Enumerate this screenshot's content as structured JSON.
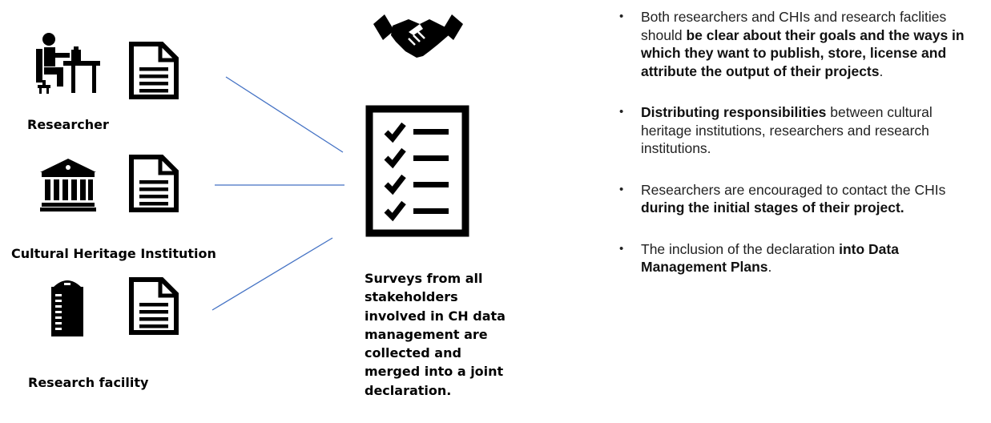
{
  "stakeholders": [
    {
      "label": "Researcher",
      "person_icon": "person-at-desk-icon",
      "doc_icon": "document-icon"
    },
    {
      "label": "Cultural Heritage Institution",
      "person_icon": "museum-building-icon",
      "doc_icon": "document-icon"
    },
    {
      "label": "Research facility",
      "person_icon": "tower-building-icon",
      "doc_icon": "document-icon"
    }
  ],
  "center": {
    "top_icon": "handshake-icon",
    "checklist_icon": "checklist-icon",
    "text_lines": [
      "Surveys from all",
      "stakeholders",
      "involved in CH data",
      "management are",
      "collected and",
      "merged into a joint",
      "declaration."
    ]
  },
  "bullets": [
    {
      "parts": [
        {
          "text": "Both researchers and CHIs and research faclities should ",
          "bold": false
        },
        {
          "text": "be clear about their goals and the ways in which they want to publish, store, license and attribute the output of their projects",
          "bold": true
        },
        {
          "text": ".",
          "bold": false
        }
      ]
    },
    {
      "parts": [
        {
          "text": "Distributing responsibilities",
          "bold": true
        },
        {
          "text": " between cultural heritage institutions, researchers and research institutions.",
          "bold": false
        }
      ]
    },
    {
      "parts": [
        {
          "text": "Researchers are encouraged to contact the CHIs ",
          "bold": false
        },
        {
          "text": "during the initial stages of their project.",
          "bold": true
        }
      ]
    },
    {
      "parts": [
        {
          "text": "The inclusion of the declaration ",
          "bold": false
        },
        {
          "text": "into Data Management Plans",
          "bold": true
        },
        {
          "text": ".",
          "bold": false
        }
      ]
    }
  ],
  "colors": {
    "connector": "#4472c4",
    "icon": "#000000"
  }
}
